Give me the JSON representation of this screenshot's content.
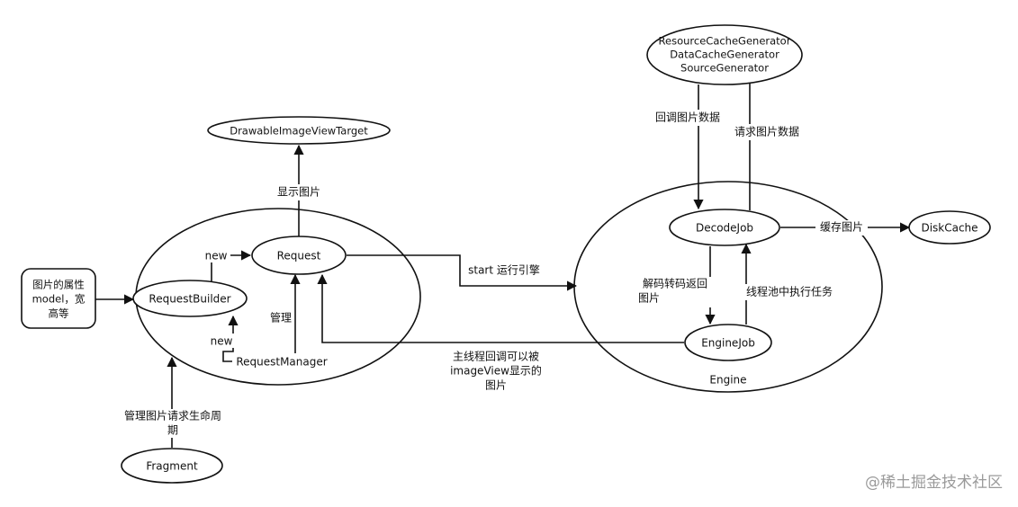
{
  "nodes": {
    "request_builder": "RequestBuilder",
    "request": "Request",
    "drawable_target": "DrawableImageViewTarget",
    "request_manager": "RequestManager",
    "fragment": "Fragment",
    "decode_job": "DecodeJob",
    "disk_cache": "DiskCache",
    "engine_job": "EngineJob",
    "engine": "Engine",
    "generators": [
      "ResourceCacheGenerator",
      "DataCacheGenerator",
      "SourceGenerator"
    ],
    "image_props": [
      "图片的属性",
      "model，宽",
      "高等"
    ]
  },
  "edges": {
    "new_top": "new",
    "new_bottom": "new",
    "show_image": "显示图片",
    "manage": "管理",
    "start_engine": "start 运行引擎",
    "cache_image": "缓存图片",
    "callback_image_data": "回调图片数据",
    "request_image_data": "请求图片数据",
    "decode_return": [
      "解码转码返回",
      "图片"
    ],
    "thread_pool": "线程池中执行任务",
    "main_thread_callback": [
      "主线程回调可以被",
      "imageView显示的",
      "图片"
    ],
    "lifecycle": [
      "管理图片请求生命周",
      "期"
    ]
  },
  "watermark": "@稀土掘金技术社区"
}
